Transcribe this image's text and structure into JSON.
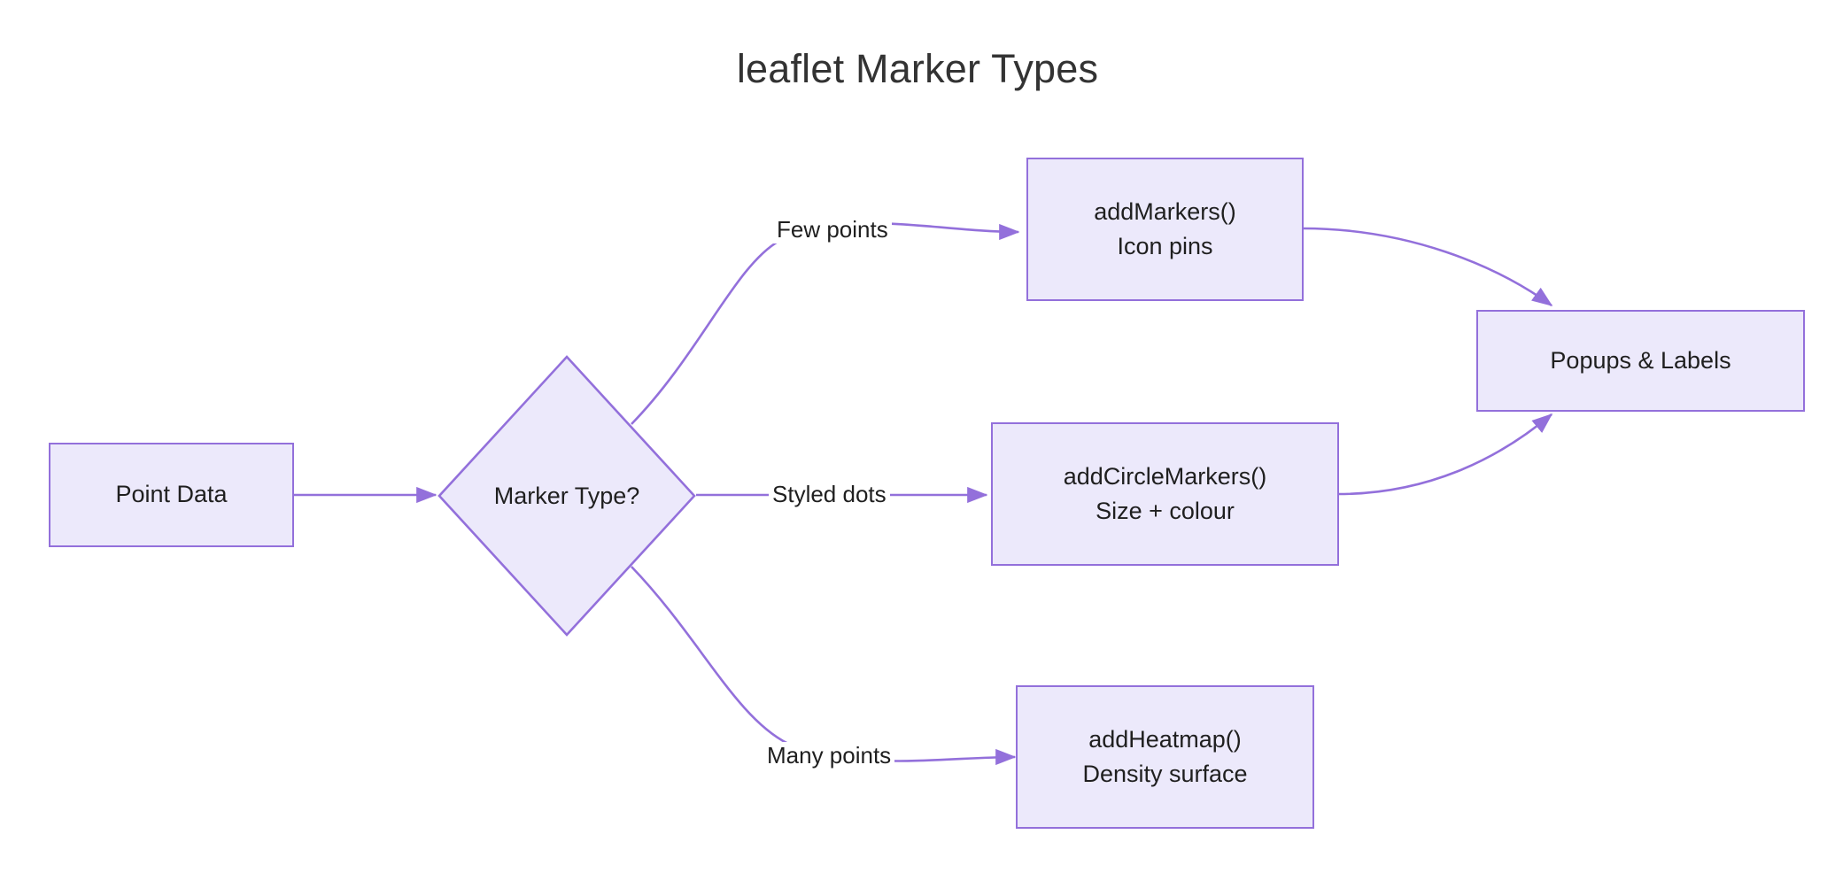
{
  "diagram": {
    "title": "leaflet Marker Types",
    "type": "flowchart",
    "direction": "left-to-right",
    "colors": {
      "node_fill": "#ECE9FB",
      "node_border": "#9370DB",
      "edge_stroke": "#9370DB",
      "text": "#1f1f1f",
      "title_text": "#333333",
      "background": "#ffffff"
    },
    "nodes": [
      {
        "id": "point-data",
        "shape": "rect",
        "label": "Point Data",
        "line2": ""
      },
      {
        "id": "marker-type",
        "shape": "diamond",
        "label": "Marker Type?",
        "line2": ""
      },
      {
        "id": "add-markers",
        "shape": "rect",
        "label": "addMarkers()",
        "line2": "Icon pins"
      },
      {
        "id": "add-circle-markers",
        "shape": "rect",
        "label": "addCircleMarkers()",
        "line2": "Size + colour"
      },
      {
        "id": "add-heatmap",
        "shape": "rect",
        "label": "addHeatmap()",
        "line2": "Density surface"
      },
      {
        "id": "popups-labels",
        "shape": "rect",
        "label": "Popups & Labels",
        "line2": ""
      }
    ],
    "edges": [
      {
        "from": "point-data",
        "to": "marker-type",
        "label": ""
      },
      {
        "from": "marker-type",
        "to": "add-markers",
        "label": "Few points"
      },
      {
        "from": "marker-type",
        "to": "add-circle-markers",
        "label": "Styled dots"
      },
      {
        "from": "marker-type",
        "to": "add-heatmap",
        "label": "Many points"
      },
      {
        "from": "add-markers",
        "to": "popups-labels",
        "label": ""
      },
      {
        "from": "add-circle-markers",
        "to": "popups-labels",
        "label": ""
      }
    ]
  }
}
